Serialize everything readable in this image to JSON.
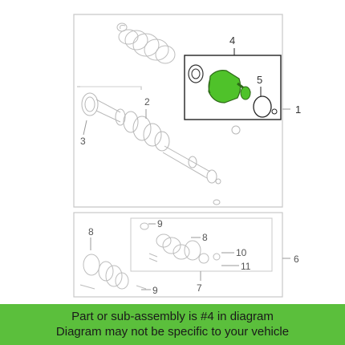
{
  "callouts": {
    "c1": "1",
    "c2": "2",
    "c3": "3",
    "c4": "4",
    "c5": "5",
    "c6": "6",
    "c7": "7",
    "c8a": "8",
    "c8b": "8",
    "c9a": "9",
    "c9b": "9",
    "c10": "10",
    "c11": "11"
  },
  "banner": {
    "line1": "Part or sub-assembly is #4 in diagram",
    "line2": "Diagram may not be specific to your vehicle"
  },
  "colors": {
    "highlight_part": "#4fc22a",
    "banner_bg": "#5bbf3c",
    "line": "#888888",
    "panel_border": "#bbbbbb"
  }
}
